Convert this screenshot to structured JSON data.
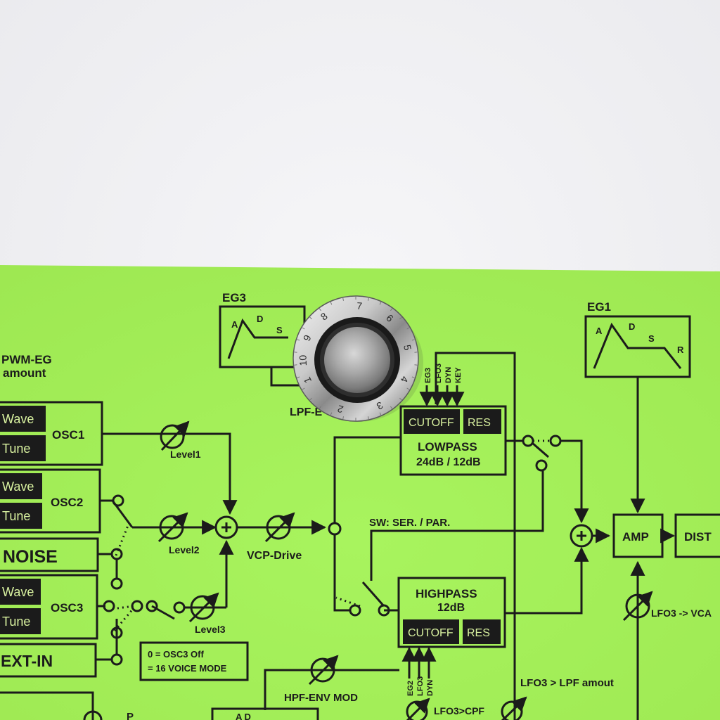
{
  "backdrop": "white-paper",
  "colors": {
    "paper_top": "#f1f1f3",
    "sheet": "#a4f25a",
    "ink": "#1b1b1b",
    "block_text": "#d9f2a0"
  },
  "diagram": {
    "eg3": {
      "title": "EG3",
      "a": "A",
      "d": "D",
      "s": "S"
    },
    "eg1": {
      "title": "EG1",
      "a": "A",
      "d": "D",
      "s": "S",
      "r": "R"
    },
    "pwm": {
      "line1": "PWM-EG",
      "line2": "amount"
    },
    "osc1": {
      "wave": "Wave",
      "tune": "Tune",
      "name": "OSC1"
    },
    "osc2": {
      "wave": "Wave",
      "tune": "Tune",
      "name": "OSC2"
    },
    "osc3": {
      "wave": "Wave",
      "tune": "Tune",
      "name": "OSC3"
    },
    "noise": "NOISE",
    "extin": "EXT-IN",
    "level1": "Level1",
    "level2": "Level2",
    "level3": "Level3",
    "vcp_drive": "VCP-Drive",
    "lpf_partial": "LPF-E",
    "mod_lpf": [
      "EG3",
      "LFO3",
      "DYN",
      "KEY"
    ],
    "lowpass": {
      "cutoff": "CUTOFF",
      "res": "RES",
      "name": "LOWPASS",
      "slope": "24dB / 12dB"
    },
    "sw": "SW: SER. / PAR.",
    "highpass": {
      "name": "HIGHPASS",
      "slope": "12dB",
      "cutoff": "CUTOFF",
      "res": "RES"
    },
    "osc3_note": {
      "line1": "0 = OSC3 Off",
      "line2": "= 16 VOICE MODE"
    },
    "hpf_env": "HPF-ENV MOD",
    "mod_hpf": [
      "EG2",
      "LFO3",
      "DYN"
    ],
    "lfo3_cpf": "LFO3>CPF",
    "lfo3_lpf": "LFO3 > LPF amout",
    "amp": "AMP",
    "dist": "DIST",
    "lfo3_vca": "LFO3 -> VCA",
    "bottom_partial": "A D",
    "bottom_left_partial": "P"
  },
  "knob": {
    "numbers": [
      "1",
      "2",
      "3",
      "4",
      "5",
      "6",
      "7",
      "8",
      "9",
      "10"
    ],
    "label": "turned-aluminium-knob"
  }
}
